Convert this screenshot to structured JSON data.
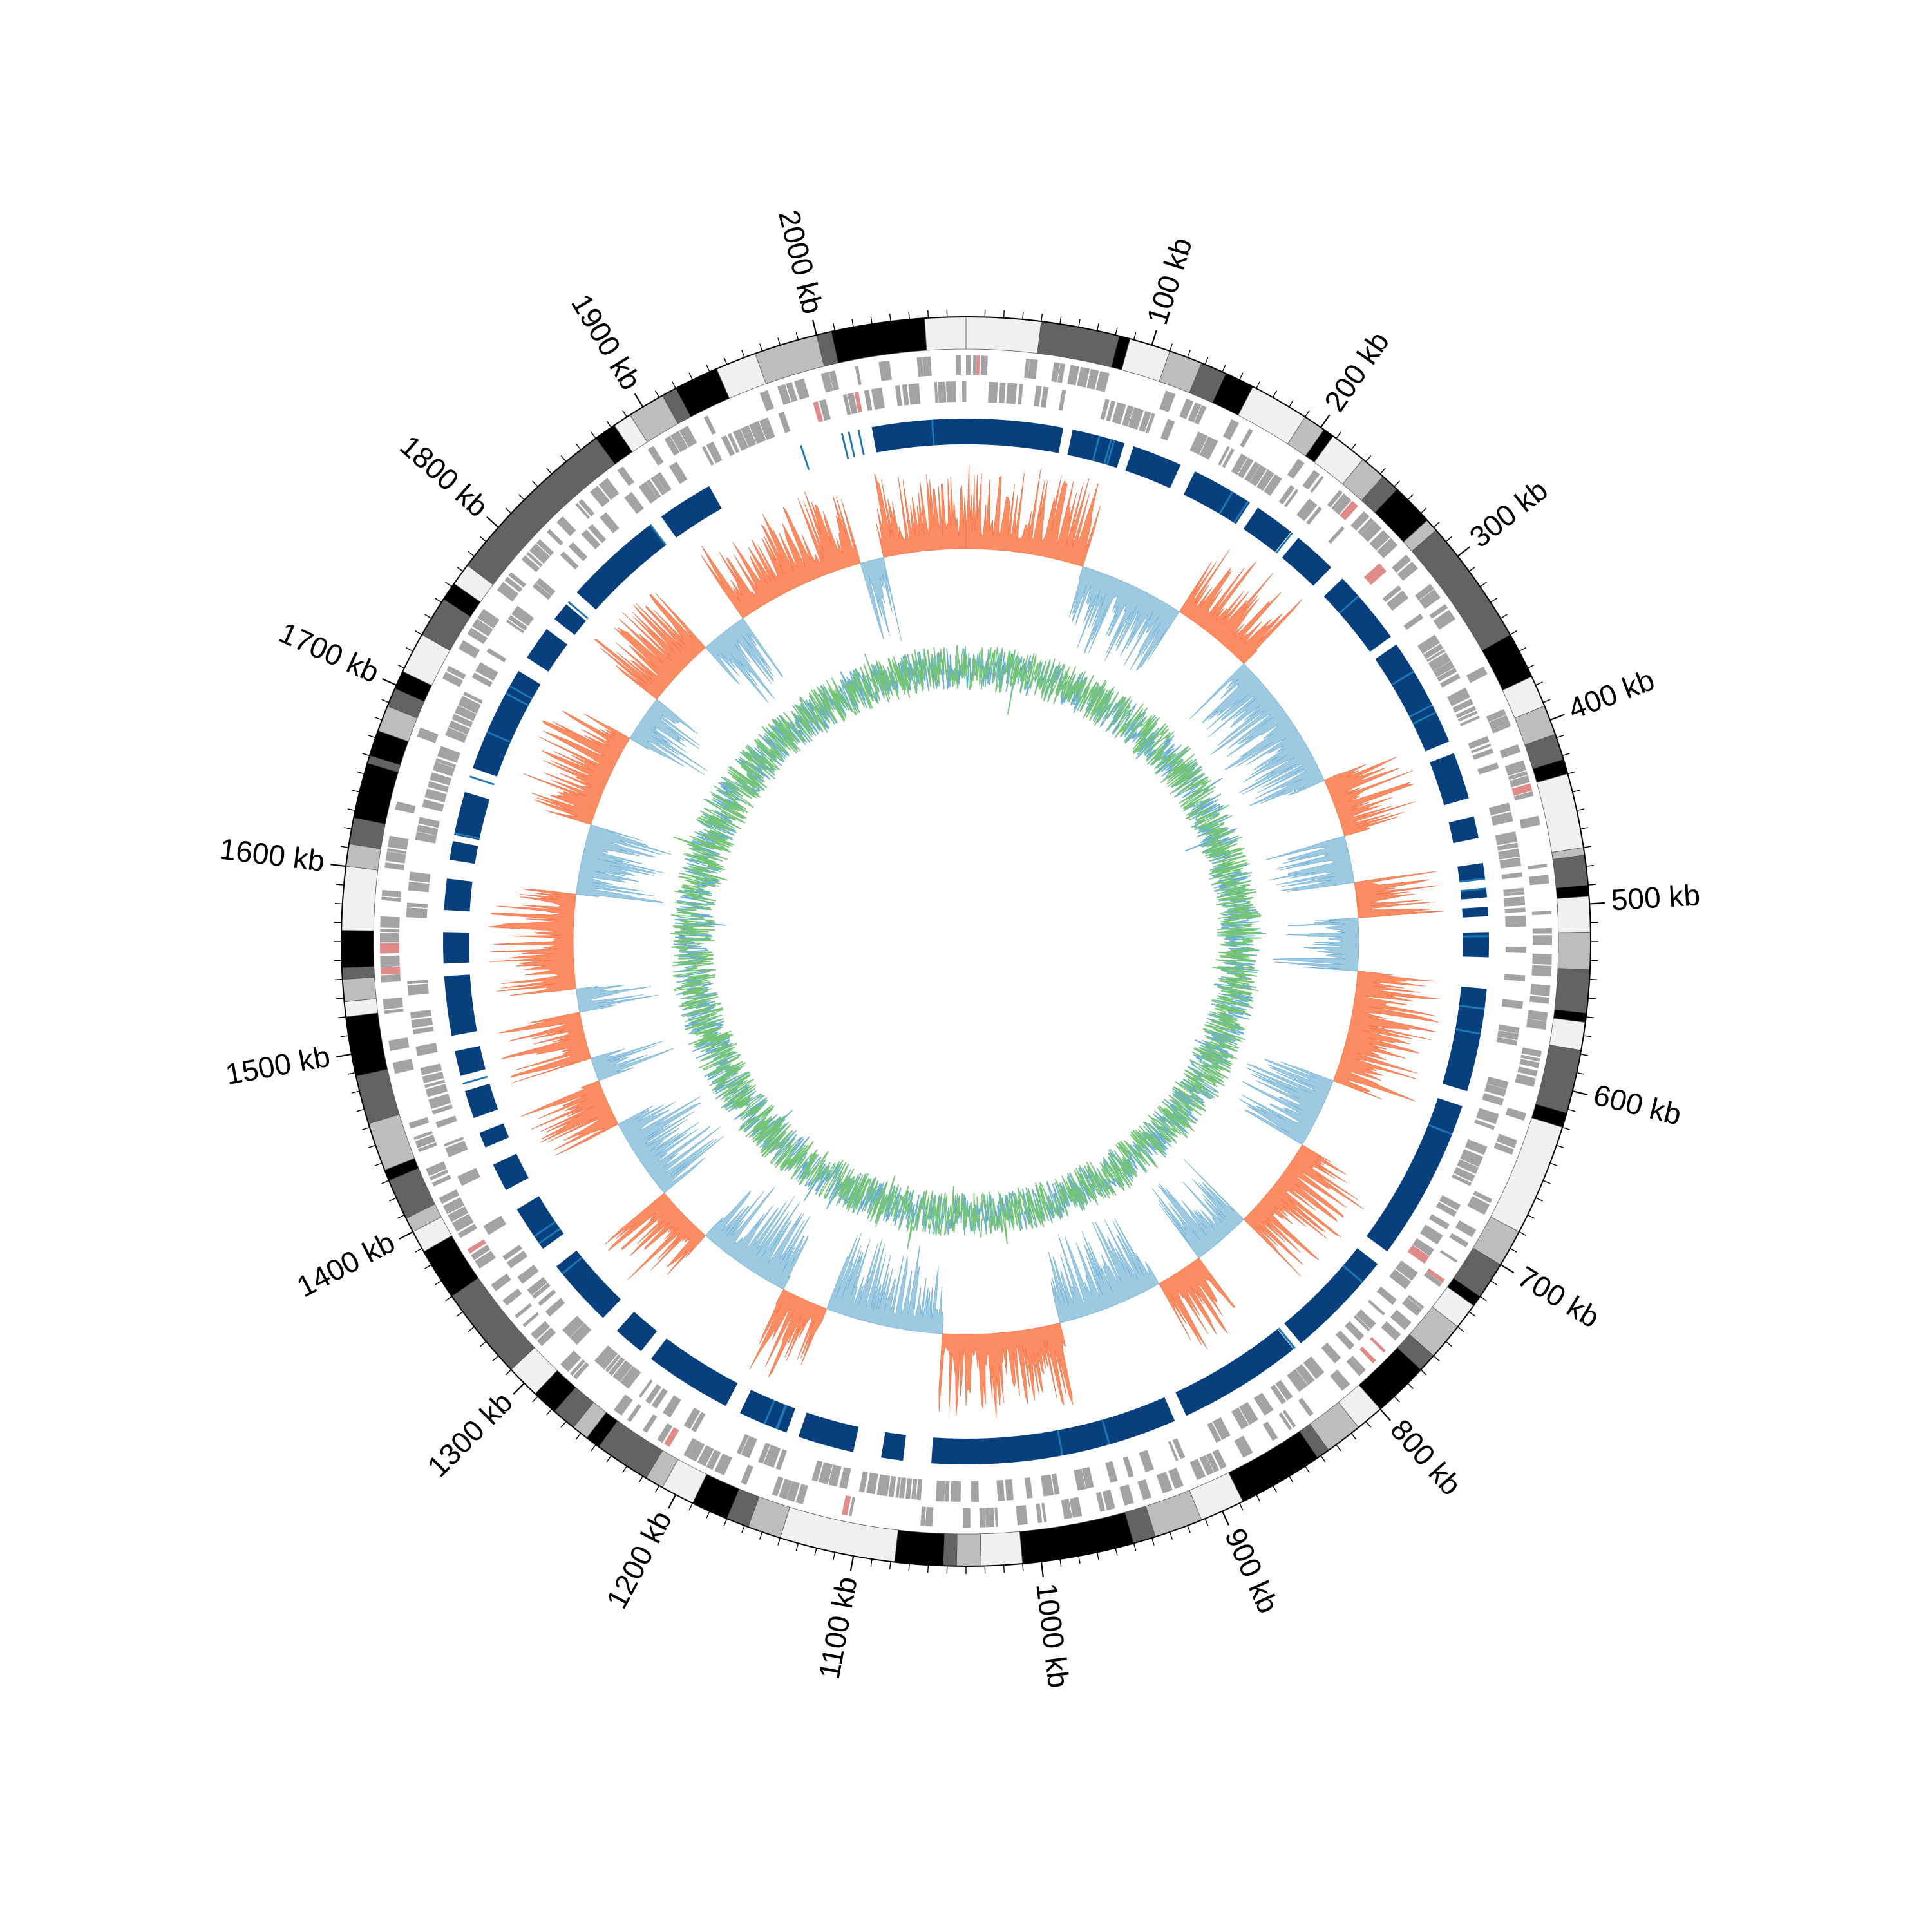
{
  "figure": {
    "type": "circular-genome-map",
    "genome_length_kb": 2080,
    "origin": "top",
    "direction": "clockwise"
  },
  "ticks": {
    "labels": [
      "100 kb",
      "200 kb",
      "300 kb",
      "400 kb",
      "500 kb",
      "600 kb",
      "700 kb",
      "800 kb",
      "900 kb",
      "1000 kb",
      "1100 kb",
      "1200 kb",
      "1300 kb",
      "1400 kb",
      "1500 kb",
      "1600 kb",
      "1700 kb",
      "1800 kb",
      "1900 kb",
      "2000 kb"
    ],
    "major_step_kb": 100,
    "minor_step_kb": 10
  },
  "tracks": [
    {
      "name": "contigs",
      "colors": [
        "#f0f0f0",
        "#bdbdbd",
        "#636363",
        "#000000"
      ]
    },
    {
      "name": "genes",
      "colors": [
        "#a3a3a3",
        "#e08a8a"
      ]
    },
    {
      "name": "homology",
      "colors": [
        "#08407e",
        "#1f78b4"
      ]
    },
    {
      "name": "gc-skew",
      "colors": [
        "#fc8d62",
        "#9ecae1"
      ]
    },
    {
      "name": "gc-content",
      "colors": [
        "#6baed6",
        "#74c476"
      ]
    }
  ],
  "chart_data": {
    "type": "circular",
    "genome_length_kb": 2080,
    "contig_segments_kb": [
      [
        0,
        40,
        "#f0f0f0"
      ],
      [
        40,
        82,
        "#636363"
      ],
      [
        82,
        88,
        "#000000"
      ],
      [
        88,
        110,
        "#f0f0f0"
      ],
      [
        110,
        128,
        "#bdbdbd"
      ],
      [
        128,
        142,
        "#636363"
      ],
      [
        142,
        158,
        "#000000"
      ],
      [
        158,
        190,
        "#f0f0f0"
      ],
      [
        190,
        202,
        "#bdbdbd"
      ],
      [
        202,
        208,
        "#000000"
      ],
      [
        208,
        228,
        "#f0f0f0"
      ],
      [
        228,
        242,
        "#bdbdbd"
      ],
      [
        242,
        252,
        "#636363"
      ],
      [
        252,
        275,
        "#000000"
      ],
      [
        275,
        282,
        "#bdbdbd"
      ],
      [
        282,
        350,
        "#636363"
      ],
      [
        350,
        375,
        "#000000"
      ],
      [
        375,
        392,
        "#f0f0f0"
      ],
      [
        392,
        408,
        "#bdbdbd"
      ],
      [
        408,
        422,
        "#636363"
      ],
      [
        422,
        430,
        "#000000"
      ],
      [
        430,
        470,
        "#f0f0f0"
      ],
      [
        470,
        474,
        "#bdbdbd"
      ],
      [
        474,
        490,
        "#636363"
      ],
      [
        490,
        496,
        "#000000"
      ],
      [
        496,
        515,
        "#f0f0f0"
      ],
      [
        515,
        535,
        "#bdbdbd"
      ],
      [
        535,
        558,
        "#636363"
      ],
      [
        558,
        563,
        "#000000"
      ],
      [
        563,
        578,
        "#f0f0f0"
      ],
      [
        578,
        612,
        "#636363"
      ],
      [
        612,
        620,
        "#000000"
      ],
      [
        620,
        680,
        "#f0f0f0"
      ],
      [
        680,
        700,
        "#bdbdbd"
      ],
      [
        700,
        720,
        "#636363"
      ],
      [
        720,
        726,
        "#000000"
      ],
      [
        726,
        740,
        "#f0f0f0"
      ],
      [
        740,
        760,
        "#bdbdbd"
      ],
      [
        760,
        770,
        "#636363"
      ],
      [
        770,
        800,
        "#000000"
      ],
      [
        800,
        815,
        "#f0f0f0"
      ],
      [
        815,
        835,
        "#bdbdbd"
      ],
      [
        835,
        842,
        "#636363"
      ],
      [
        842,
        888,
        "#000000"
      ],
      [
        888,
        912,
        "#f0f0f0"
      ],
      [
        912,
        938,
        "#bdbdbd"
      ],
      [
        938,
        950,
        "#636363"
      ],
      [
        950,
        1010,
        "#000000"
      ],
      [
        1010,
        1032,
        "#f0f0f0"
      ],
      [
        1032,
        1045,
        "#bdbdbd"
      ],
      [
        1045,
        1052,
        "#636363"
      ],
      [
        1052,
        1078,
        "#000000"
      ],
      [
        1078,
        1140,
        "#f0f0f0"
      ],
      [
        1140,
        1158,
        "#bdbdbd"
      ],
      [
        1158,
        1170,
        "#636363"
      ],
      [
        1170,
        1190,
        "#000000"
      ],
      [
        1190,
        1208,
        "#f0f0f0"
      ],
      [
        1208,
        1218,
        "#bdbdbd"
      ],
      [
        1218,
        1248,
        "#636363"
      ],
      [
        1248,
        1256,
        "#000000"
      ],
      [
        1256,
        1265,
        "#bdbdbd"
      ],
      [
        1265,
        1278,
        "#636363"
      ],
      [
        1278,
        1292,
        "#000000"
      ],
      [
        1292,
        1310,
        "#f0f0f0"
      ],
      [
        1310,
        1360,
        "#636363"
      ],
      [
        1360,
        1388,
        "#000000"
      ],
      [
        1388,
        1400,
        "#f0f0f0"
      ],
      [
        1400,
        1408,
        "#bdbdbd"
      ],
      [
        1408,
        1430,
        "#636363"
      ],
      [
        1430,
        1436,
        "#000000"
      ],
      [
        1436,
        1462,
        "#bdbdbd"
      ],
      [
        1462,
        1488,
        "#636363"
      ],
      [
        1488,
        1520,
        "#000000"
      ],
      [
        1520,
        1528,
        "#f0f0f0"
      ],
      [
        1528,
        1540,
        "#bdbdbd"
      ],
      [
        1540,
        1546,
        "#636363"
      ],
      [
        1546,
        1566,
        "#000000"
      ],
      [
        1566,
        1600,
        "#f0f0f0"
      ],
      [
        1600,
        1612,
        "#bdbdbd"
      ],
      [
        1612,
        1626,
        "#636363"
      ],
      [
        1626,
        1656,
        "#000000"
      ],
      [
        1656,
        1660,
        "#636363"
      ],
      [
        1660,
        1674,
        "#000000"
      ],
      [
        1674,
        1688,
        "#bdbdbd"
      ],
      [
        1688,
        1698,
        "#636363"
      ],
      [
        1698,
        1708,
        "#000000"
      ],
      [
        1708,
        1730,
        "#f0f0f0"
      ],
      [
        1730,
        1752,
        "#636363"
      ],
      [
        1752,
        1762,
        "#000000"
      ],
      [
        1762,
        1774,
        "#f0f0f0"
      ],
      [
        1774,
        1870,
        "#636363"
      ],
      [
        1870,
        1882,
        "#000000"
      ],
      [
        1882,
        1892,
        "#f0f0f0"
      ],
      [
        1892,
        1912,
        "#bdbdbd"
      ],
      [
        1912,
        1920,
        "#636363"
      ],
      [
        1920,
        1944,
        "#000000"
      ],
      [
        1944,
        1966,
        "#f0f0f0"
      ],
      [
        1966,
        2000,
        "#bdbdbd"
      ],
      [
        2000,
        2008,
        "#636363"
      ],
      [
        2008,
        2058,
        "#000000"
      ],
      [
        2058,
        2080,
        "#f0f0f0"
      ]
    ],
    "homology_blocks_kb": [
      [
        -60,
        62
      ],
      [
        68,
        102
      ],
      [
        108,
        140
      ],
      [
        150,
        190
      ],
      [
        196,
        222
      ],
      [
        228,
        256
      ],
      [
        266,
        314
      ],
      [
        320,
        390
      ],
      [
        398,
        428
      ],
      [
        440,
        454
      ],
      [
        470,
        480
      ],
      [
        486,
        492
      ],
      [
        498,
        504
      ],
      [
        514,
        530
      ],
      [
        550,
        616
      ],
      [
        626,
        730
      ],
      [
        740,
        810
      ],
      [
        816,
        896
      ],
      [
        904,
        1062
      ],
      [
        1080,
        1094
      ],
      [
        1112,
        1148
      ],
      [
        1156,
        1188
      ],
      [
        1198,
        1254
      ],
      [
        1262,
        1282
      ],
      [
        1294,
        1338
      ],
      [
        1352,
        1382
      ],
      [
        1396,
        1414
      ],
      [
        1426,
        1436
      ],
      [
        1446,
        1464
      ],
      [
        1474,
        1490
      ],
      [
        1500,
        1538
      ],
      [
        1546,
        1566
      ],
      [
        1580,
        1600
      ],
      [
        1612,
        1624
      ],
      [
        1628,
        1656
      ],
      [
        1672,
        1740
      ],
      [
        1750,
        1772
      ],
      [
        1780,
        1792
      ],
      [
        1802,
        1866
      ],
      [
        1874,
        1910
      ]
    ],
    "gc_skew_regions_kb": [
      [
        0,
        100,
        1
      ],
      [
        100,
        190,
        -1
      ],
      [
        190,
        260,
        1
      ],
      [
        260,
        380,
        -1
      ],
      [
        380,
        430,
        1
      ],
      [
        430,
        470,
        -1
      ],
      [
        470,
        500,
        1
      ],
      [
        500,
        545,
        -1
      ],
      [
        545,
        640,
        1
      ],
      [
        640,
        700,
        -1
      ],
      [
        700,
        780,
        1
      ],
      [
        780,
        830,
        -1
      ],
      [
        830,
        870,
        1
      ],
      [
        870,
        960,
        -1
      ],
      [
        960,
        1060,
        1
      ],
      [
        1060,
        1160,
        -1
      ],
      [
        1160,
        1200,
        1
      ],
      [
        1200,
        1280,
        -1
      ],
      [
        1280,
        1330,
        1
      ],
      [
        1330,
        1400,
        -1
      ],
      [
        1400,
        1440,
        1
      ],
      [
        1440,
        1460,
        -1
      ],
      [
        1460,
        1500,
        1
      ],
      [
        1500,
        1520,
        -1
      ],
      [
        1520,
        1600,
        1
      ],
      [
        1600,
        1660,
        -1
      ],
      [
        1660,
        1740,
        1
      ],
      [
        1740,
        1780,
        -1
      ],
      [
        1780,
        1840,
        1
      ],
      [
        1840,
        1880,
        -1
      ],
      [
        1880,
        1990,
        1
      ],
      [
        1990,
        2010,
        -1
      ],
      [
        2010,
        2080,
        1
      ]
    ]
  }
}
